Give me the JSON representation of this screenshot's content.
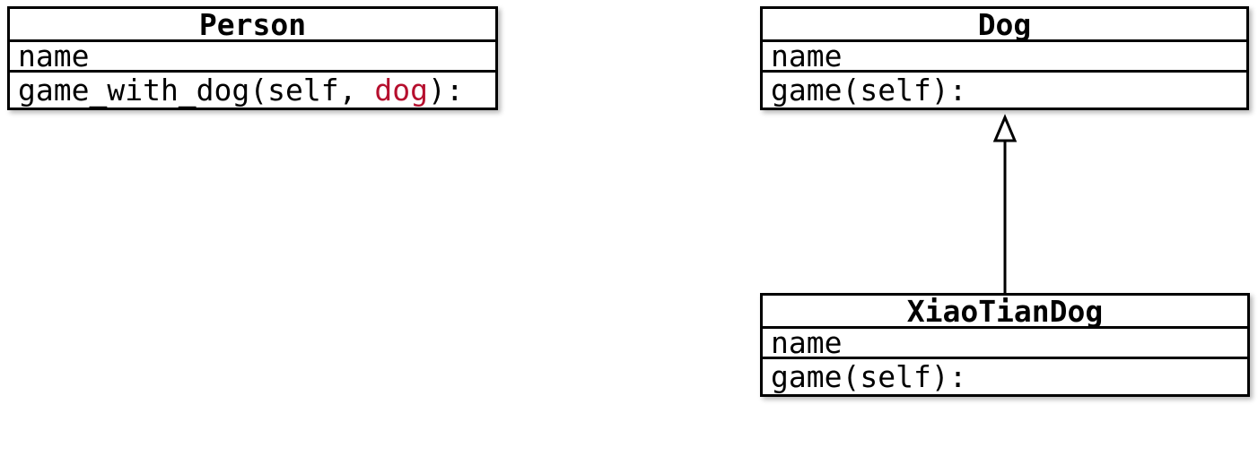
{
  "diagram_type": "uml-class-diagram",
  "classes": [
    {
      "name": "Person",
      "attributes": [
        "name"
      ],
      "method": {
        "pre": "game_with_dog(self, ",
        "param": "dog",
        "post": "):"
      }
    },
    {
      "name": "Dog",
      "attributes": [
        "name"
      ],
      "methods": [
        "game(self):"
      ]
    },
    {
      "name": "XiaoTianDog",
      "attributes": [
        "name"
      ],
      "methods": [
        "game(self):"
      ]
    }
  ],
  "relations": [
    {
      "type": "inheritance",
      "from": "XiaoTianDog",
      "to": "Dog"
    }
  ],
  "colors": {
    "highlight_red": "#b60f2e",
    "border": "#000000",
    "background": "#ffffff"
  }
}
